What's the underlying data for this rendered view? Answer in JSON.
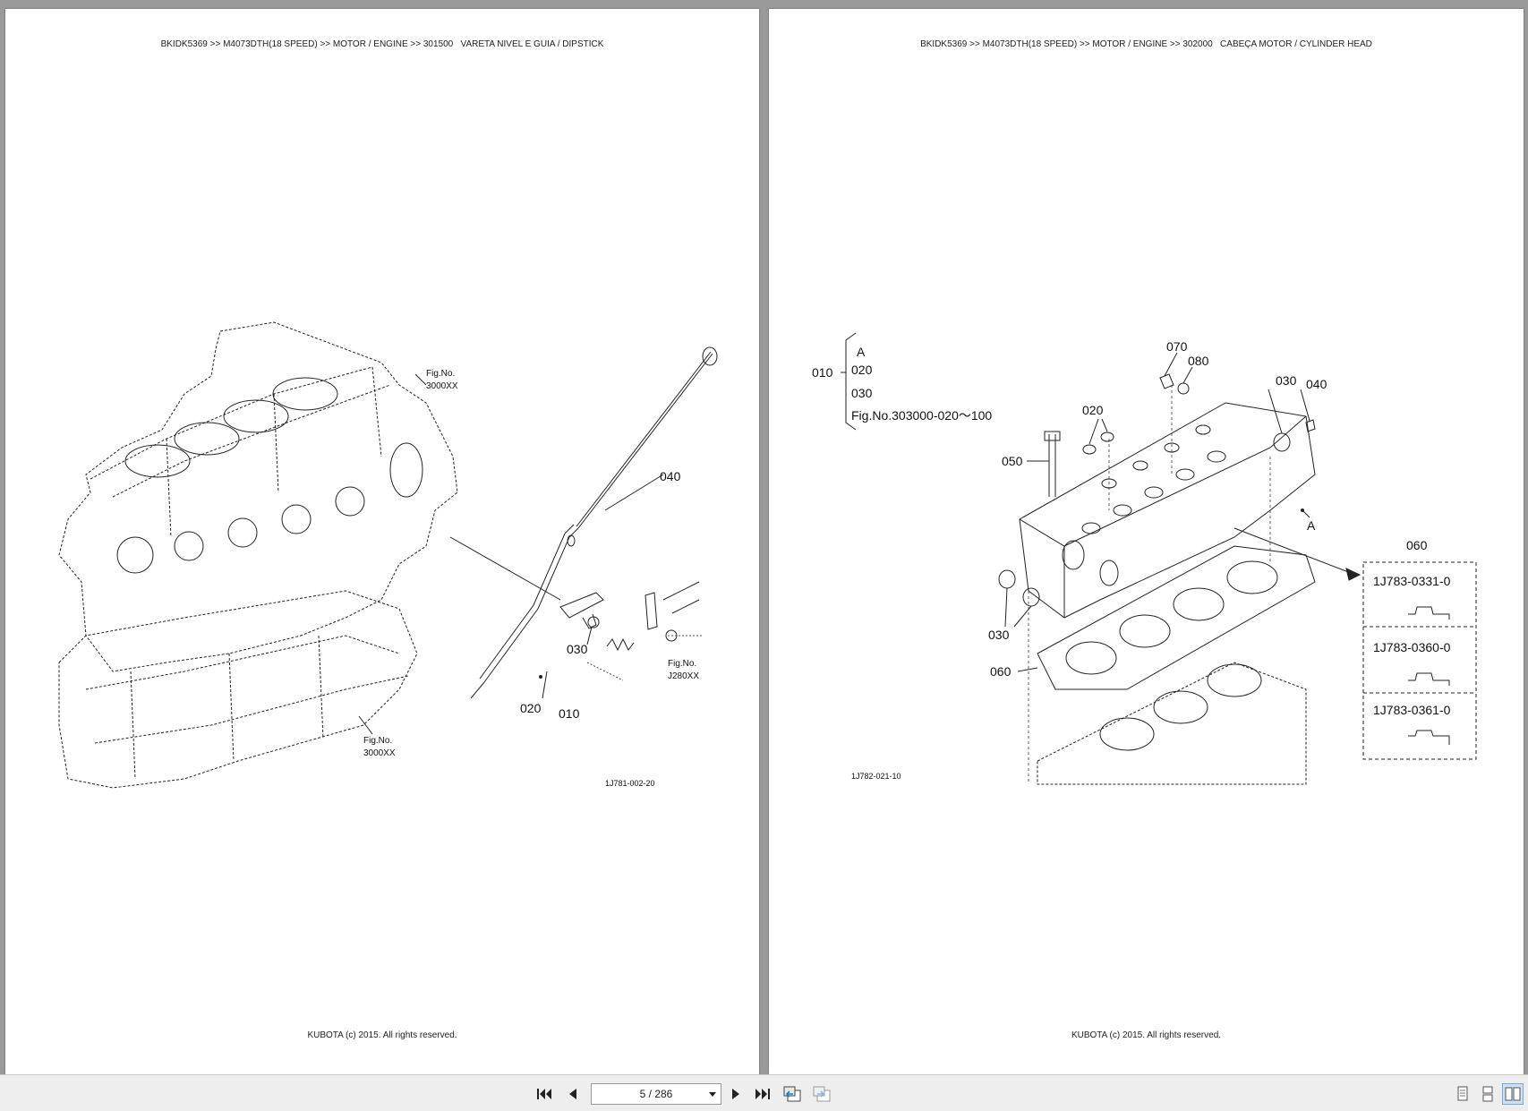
{
  "left_page": {
    "breadcrumb": "BKIDK5369 >> M4073DTH(18 SPEED) >> MOTOR / ENGINE >> 301500   VARETA NIVEL E GUIA / DIPSTICK",
    "footer": "KUBOTA (c) 2015. All rights reserved.",
    "figure": {
      "figno_top": [
        "Fig.No.",
        "3000XX"
      ],
      "figno_bottom": [
        "Fig.No.",
        "3000XX"
      ],
      "figno_right": [
        "Fig.No.",
        "J280XX"
      ],
      "callouts": [
        "040",
        "030",
        "020",
        "010"
      ],
      "drawing_code": "1J781-002-20"
    }
  },
  "right_page": {
    "breadcrumb": "BKIDK5369 >> M4073DTH(18 SPEED) >> MOTOR / ENGINE >> 302000   CABEÇA MOTOR / CYLINDER HEAD",
    "footer": "KUBOTA (c) 2015. All rights reserved.",
    "figure": {
      "bracket_label": "010",
      "bracket_items": [
        "A",
        "020",
        "030",
        "Fig.No.303000-020～100"
      ],
      "callouts": [
        "070",
        "080",
        "030",
        "040",
        "020",
        "050",
        "A",
        "030",
        "060"
      ],
      "option_header": "060",
      "options": [
        "1J783-0331-0",
        "1J783-0360-0",
        "1J783-0361-0"
      ],
      "drawing_code": "1J782-021-10"
    }
  },
  "toolbar": {
    "page_indicator": "5 / 286",
    "icons": [
      "first-page-icon",
      "prev-page-icon",
      "next-page-icon",
      "last-page-icon",
      "go-back-icon",
      "go-forward-icon",
      "single-page-icon",
      "continuous-page-icon",
      "two-page-icon"
    ]
  }
}
